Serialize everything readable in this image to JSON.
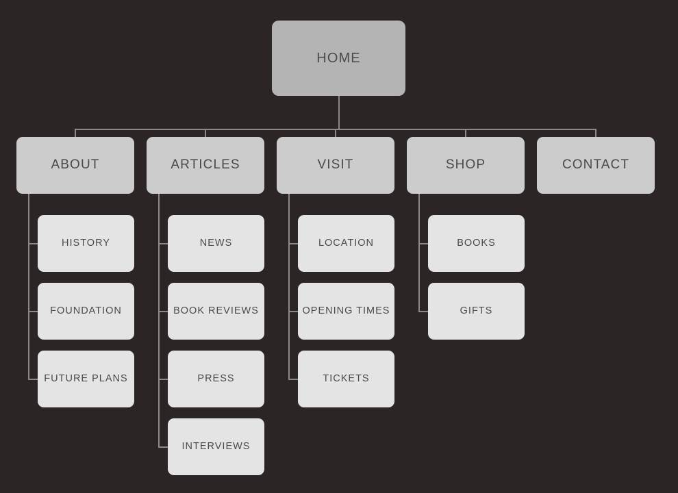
{
  "diagram": {
    "type": "sitemap-tree",
    "background_color": "#2b2526",
    "connector_color": "#8a8a8a",
    "text_color": "#4a4a4a",
    "root": {
      "label": "HOME",
      "level": 1,
      "color": "#b4b4b4"
    },
    "level2_color": "#cccccc",
    "level3_color": "#e4e4e4",
    "sections": [
      {
        "label": "ABOUT",
        "children": [
          {
            "label": "HISTORY"
          },
          {
            "label": "FOUNDATION"
          },
          {
            "label": "FUTURE PLANS"
          }
        ]
      },
      {
        "label": "ARTICLES",
        "children": [
          {
            "label": "NEWS"
          },
          {
            "label": "BOOK REVIEWS"
          },
          {
            "label": "PRESS"
          },
          {
            "label": "INTERVIEWS"
          }
        ]
      },
      {
        "label": "VISIT",
        "children": [
          {
            "label": "LOCATION"
          },
          {
            "label": "OPENING TIMES"
          },
          {
            "label": "TICKETS"
          }
        ]
      },
      {
        "label": "SHOP",
        "children": [
          {
            "label": "BOOKS"
          },
          {
            "label": "GIFTS"
          }
        ]
      },
      {
        "label": "CONTACT",
        "children": []
      }
    ]
  }
}
